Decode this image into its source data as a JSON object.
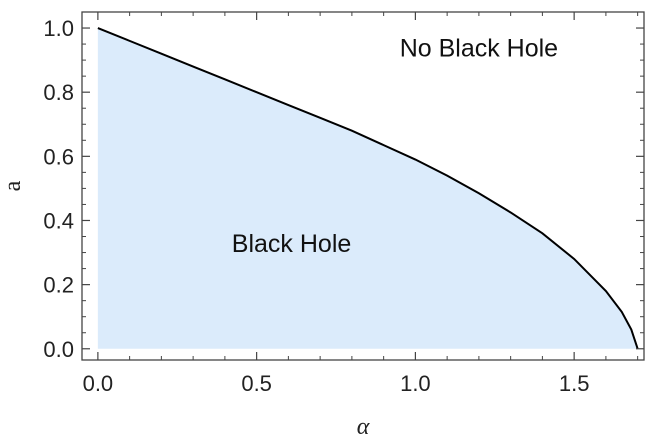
{
  "chart_data": {
    "type": "area",
    "xlabel": "α",
    "ylabel": "a",
    "xlim": [
      -0.05,
      1.72
    ],
    "ylim": [
      -0.035,
      1.05
    ],
    "x_ticks": [
      {
        "value": 0.0,
        "label": "0.0"
      },
      {
        "value": 0.5,
        "label": "0.5"
      },
      {
        "value": 1.0,
        "label": "1.0"
      },
      {
        "value": 1.5,
        "label": "1.5"
      }
    ],
    "y_ticks": [
      {
        "value": 0.0,
        "label": "0.0"
      },
      {
        "value": 0.2,
        "label": "0.2"
      },
      {
        "value": 0.4,
        "label": "0.4"
      },
      {
        "value": 0.6,
        "label": "0.6"
      },
      {
        "value": 0.8,
        "label": "0.8"
      },
      {
        "value": 1.0,
        "label": "1.0"
      }
    ],
    "boundary": {
      "x": [
        0.0,
        0.1,
        0.2,
        0.3,
        0.4,
        0.5,
        0.6,
        0.7,
        0.8,
        0.9,
        1.0,
        1.1,
        1.2,
        1.3,
        1.4,
        1.5,
        1.6,
        1.65,
        1.68,
        1.7
      ],
      "y": [
        1.0,
        0.96,
        0.92,
        0.88,
        0.84,
        0.8,
        0.76,
        0.72,
        0.68,
        0.635,
        0.59,
        0.54,
        0.485,
        0.425,
        0.36,
        0.28,
        0.18,
        0.115,
        0.06,
        0.0
      ]
    },
    "regions": [
      {
        "label": "Black Hole",
        "x": 0.61,
        "y": 0.33,
        "fill": "#dbebfb"
      },
      {
        "label": "No Black Hole",
        "x": 1.2,
        "y": 0.94
      }
    ],
    "line_color": "#000000",
    "fill_color": "#dbebfb",
    "frame_color": "#444444",
    "grid": false
  }
}
